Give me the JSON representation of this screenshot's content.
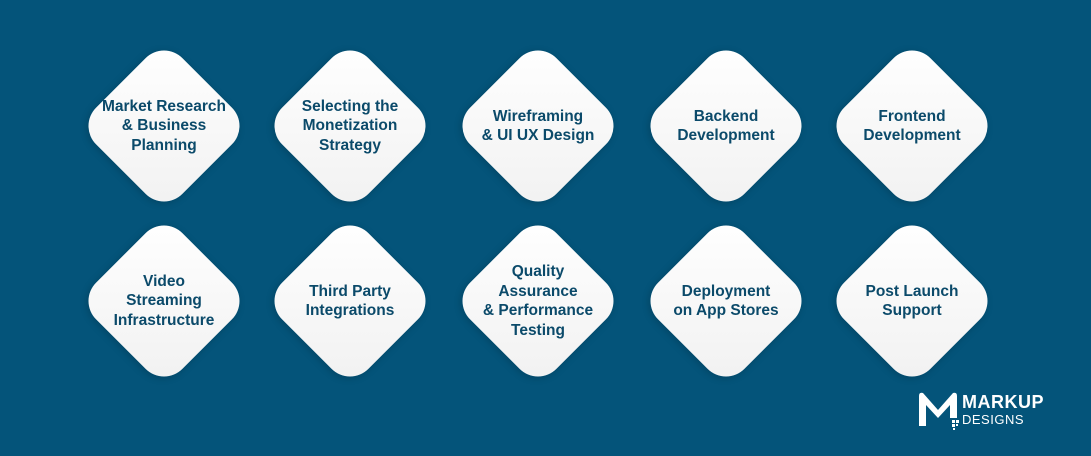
{
  "steps": [
    {
      "label": "Market Research\n& Business\nPlanning"
    },
    {
      "label": "Selecting the\nMonetization\nStrategy"
    },
    {
      "label": "Wireframing\n& UI UX Design"
    },
    {
      "label": "Backend\nDevelopment"
    },
    {
      "label": "Frontend\nDevelopment"
    },
    {
      "label": "Video\nStreaming\nInfrastructure"
    },
    {
      "label": "Third Party\nIntegrations"
    },
    {
      "label": "Quality\nAssurance\n& Performance\nTesting"
    },
    {
      "label": "Deployment\non App Stores"
    },
    {
      "label": "Post Launch\nSupport"
    }
  ],
  "logo": {
    "name": "MARKUP",
    "tagline": "DESIGNS"
  },
  "colors": {
    "background": "#04547a",
    "tile": "#ffffff",
    "text": "#0b4a6a"
  }
}
